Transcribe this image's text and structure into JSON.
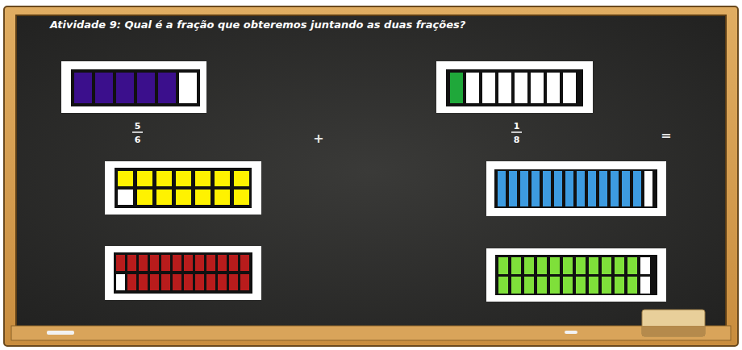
{
  "diagram": {
    "title": "Atividade 9: Qual é a fração que obteremos juntando as duas frações?",
    "labels": [
      "5",
      "6",
      "+",
      "1",
      "8",
      "="
    ]
  }
}
